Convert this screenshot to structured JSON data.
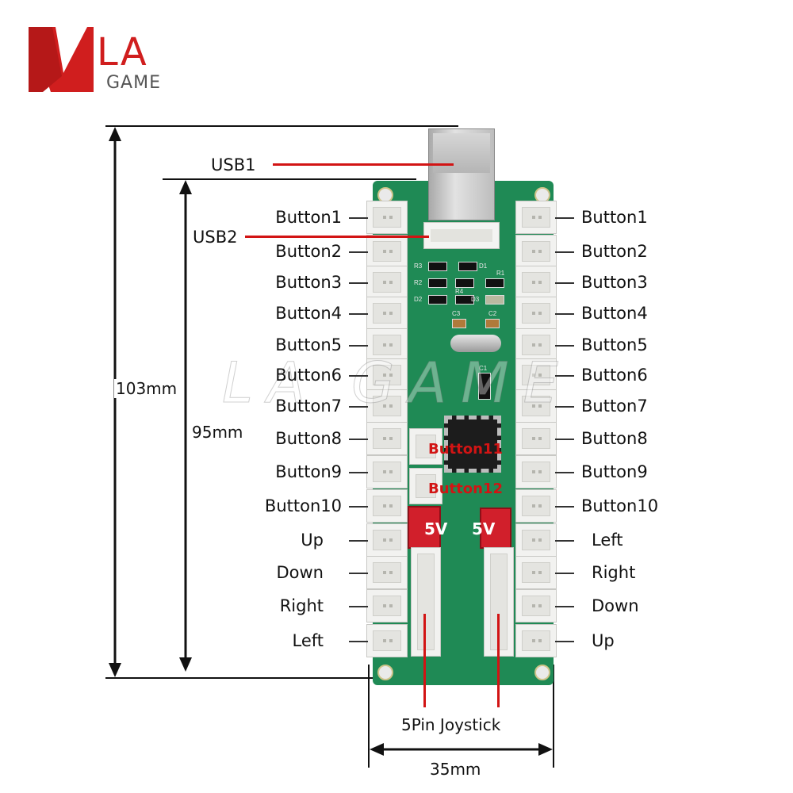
{
  "brand": {
    "logo_la": "LA",
    "logo_game": "GAME",
    "watermark": "LA GAME"
  },
  "colors": {
    "pcb": "#1f8a55",
    "accent": "#d01e1e",
    "usb_metal": "#c9c9c9",
    "connector": "#f2f2f0"
  },
  "labels": {
    "usb1": "USB1",
    "usb2": "USB2",
    "left_pins": [
      "Button1",
      "Button2",
      "Button3",
      "Button4",
      "Button5",
      "Button6",
      "Button7",
      "Button8",
      "Button9",
      "Button10",
      "Up",
      "Down",
      "Right",
      "Left"
    ],
    "right_pins": [
      "Button1",
      "Button2",
      "Button3",
      "Button4",
      "Button5",
      "Button6",
      "Button7",
      "Button8",
      "Button9",
      "Button10",
      "Left",
      "Right",
      "Down",
      "Up"
    ],
    "button11": "Button11",
    "button12": "Button12",
    "v5_left": "5V",
    "v5_right": "5V",
    "joystick": "5Pin Joystick"
  },
  "dimensions": {
    "total_height": "103mm",
    "board_height": "95mm",
    "width": "35mm"
  },
  "silkscreen": {
    "r3": "R3",
    "r2": "R2",
    "d2": "D2",
    "d1": "D1",
    "r1": "R1",
    "r4": "R4",
    "d3": "D3",
    "c3": "C3",
    "c2": "C2",
    "c1": "C1"
  }
}
